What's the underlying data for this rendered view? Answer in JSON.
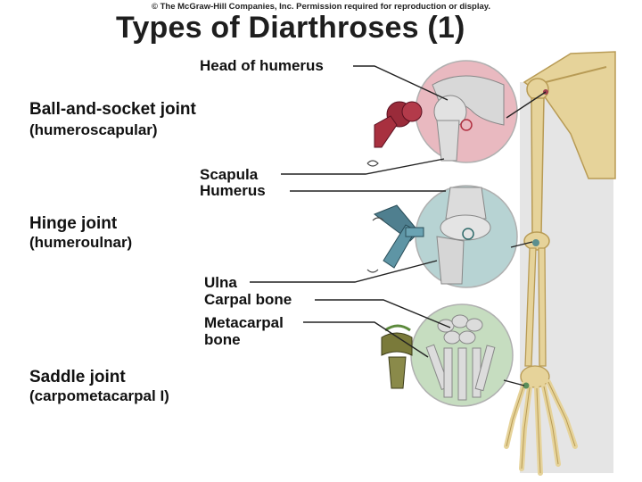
{
  "copyright": "© The McGraw-Hill Companies, Inc. Permission required for reproduction or display.",
  "title": "Types of Diarthroses (1)",
  "joints": [
    {
      "name": "Ball-and-socket joint",
      "sub": "(humeroscapular)"
    },
    {
      "name": "Hinge joint",
      "sub": "(humeroulnar)"
    },
    {
      "name": "Saddle joint",
      "sub": "(carpometacarpal I)"
    }
  ],
  "labels": {
    "head_of_humerus": "Head of humerus",
    "scapula": "Scapula",
    "humerus": "Humerus",
    "ulna": "Ulna",
    "carpal_bone": "Carpal bone",
    "metacarpal_line1": "Metacarpal",
    "metacarpal_line2": "bone"
  },
  "colors": {
    "ball_socket_bg": "#e9b9c0",
    "hinge_bg": "#b7d3d3",
    "saddle_bg": "#c6ddc0",
    "bone": "#e6d39a",
    "bone_dark": "#b89b55",
    "panel_gray": "#e5e5e5"
  }
}
